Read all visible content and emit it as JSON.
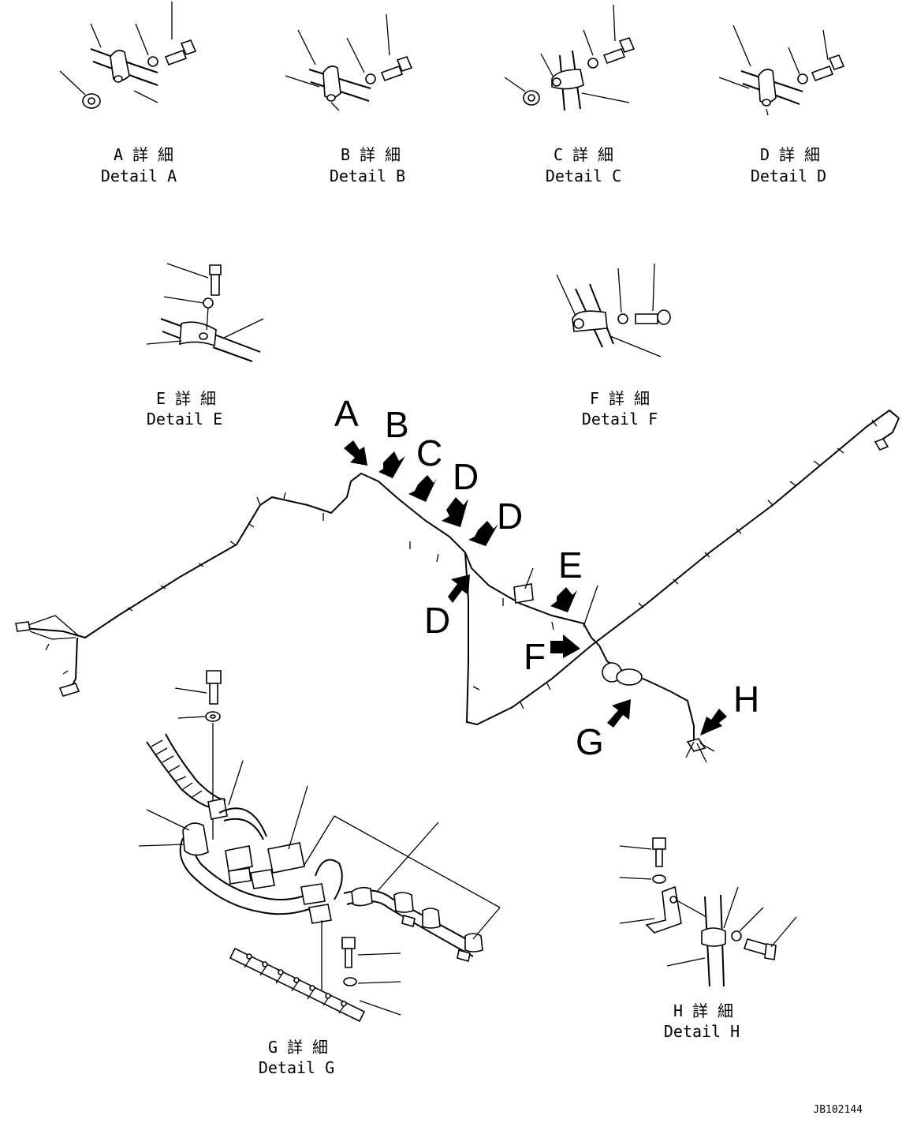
{
  "details": {
    "a": {
      "jp": "A 詳 細",
      "en": "Detail A"
    },
    "b": {
      "jp": "B 詳 細",
      "en": "Detail B"
    },
    "c": {
      "jp": "C 詳 細",
      "en": "Detail C"
    },
    "d": {
      "jp": "D 詳 細",
      "en": "Detail D"
    },
    "e": {
      "jp": "E 詳 細",
      "en": "Detail E"
    },
    "f": {
      "jp": "F 詳 細",
      "en": "Detail F"
    },
    "g": {
      "jp": "G 詳 細",
      "en": "Detail G"
    },
    "h": {
      "jp": "H 詳 細",
      "en": "Detail H"
    }
  },
  "callouts": {
    "a": "A",
    "b": "B",
    "c": "C",
    "d1": "D",
    "d2": "D",
    "d3": "D",
    "e": "E",
    "f": "F",
    "g": "G",
    "h": "H"
  },
  "document_id": "JB102144"
}
